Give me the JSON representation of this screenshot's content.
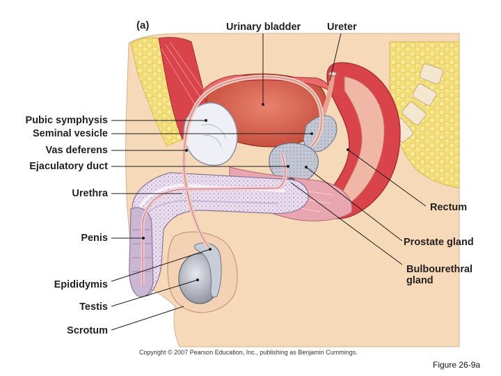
{
  "panel_letter": "(a)",
  "labels": {
    "urinary_bladder": "Urinary bladder",
    "ureter": "Ureter",
    "pubic_symphysis": "Pubic symphysis",
    "seminal_vesicle": "Seminal vesicle",
    "vas_deferens": "Vas deferens",
    "ejaculatory_duct": "Ejaculatory duct",
    "urethra": "Urethra",
    "penis": "Penis",
    "epididymis": "Epididymis",
    "testis": "Testis",
    "scrotum": "Scrotum",
    "rectum": "Rectum",
    "prostate_gland": "Prostate gland",
    "bulbourethral_gland_line1": "Bulbourethral",
    "bulbourethral_gland_line2": "gland"
  },
  "copyright": "Copyright © 2007 Pearson Education, Inc., publishing as Benjamin Cummings.",
  "figure_caption": "Figure 26-9a",
  "colors": {
    "skin": "#f6d9b8",
    "fat": "#f3df78",
    "muscle": "#d9434a",
    "bladder": "#d7624f",
    "tissue_pink": "#e8a6b0",
    "gland_grey": "#b9bdcc",
    "cavernous": "#cbb7d3",
    "testis": "#a9aeb8"
  }
}
